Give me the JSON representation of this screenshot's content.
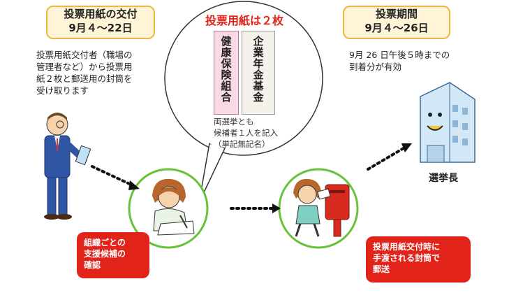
{
  "step1": {
    "title": "投票用紙の交付",
    "period": "9月４～22日",
    "note_lines": [
      "投票用紙交付者（職場の",
      "管理者など）から投票用",
      "紙２枚と郵送用の封筒を",
      "受け取ります"
    ]
  },
  "bubble": {
    "title": "投票用紙は２枚",
    "ballot_left": "健康保険組合",
    "ballot_right": "企業年金基金",
    "note_lines": [
      "両選挙とも",
      "候補者１人を記入",
      "（単記無記名）"
    ]
  },
  "step3": {
    "title": "投票期間",
    "period": "9月４～26日",
    "note_lines": [
      "9月 26 日午後５時までの",
      "到着分が有効"
    ]
  },
  "recipient": "選挙長",
  "red_left_lines": [
    "組織ごとの",
    "支援候補の",
    "確認"
  ],
  "red_right_lines": [
    "投票用紙交付時に",
    "手渡される封筒で",
    "郵送"
  ],
  "colors": {
    "accent_red": "#e2231a",
    "circle_green": "#67c23a",
    "tag_border": "#f2b544"
  }
}
